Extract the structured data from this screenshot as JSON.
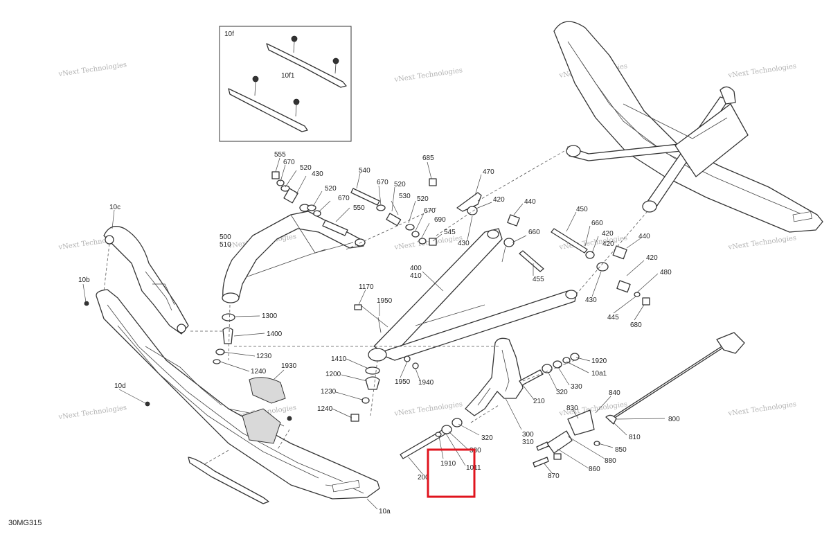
{
  "drawing_id": "30MG315",
  "watermark": "vNext Technologies",
  "inset_labels": [
    "10f",
    "10f1"
  ],
  "part_labels": [
    "555",
    "670",
    "520",
    "430",
    "540",
    "670",
    "520",
    "685",
    "470",
    "520",
    "530",
    "670",
    "550",
    "420",
    "440",
    "520",
    "670",
    "690",
    "545",
    "450",
    "660",
    "420",
    "430",
    "660",
    "420",
    "440",
    "420",
    "480",
    "455",
    "430",
    "445",
    "680",
    "500",
    "510",
    "400",
    "410",
    "1170",
    "1950",
    "1300",
    "1400",
    "1230",
    "1240",
    "1930",
    "1410",
    "1200",
    "1950",
    "1940",
    "1920",
    "10a1",
    "330",
    "320",
    "210",
    "1230",
    "1240",
    "300",
    "310",
    "320",
    "330",
    "1910",
    "1011",
    "200",
    "830",
    "840",
    "800",
    "810",
    "850",
    "880",
    "860",
    "870",
    "10c",
    "10b",
    "10d",
    "10a"
  ],
  "highlight": {
    "color": "#e0141e",
    "target": "1910"
  }
}
